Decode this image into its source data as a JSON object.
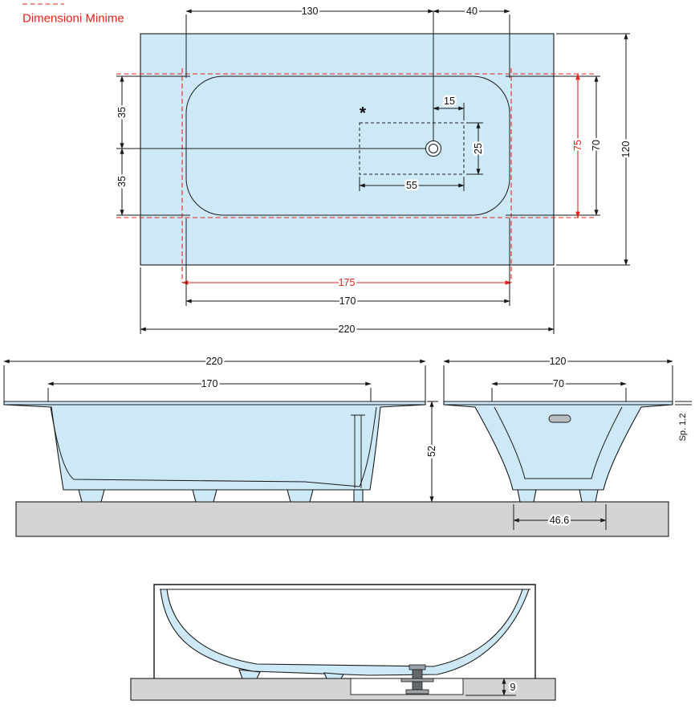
{
  "title": "Dimensioni Minime",
  "colors": {
    "tub_fill": "#cde9f8",
    "accent_red": "#e8231a",
    "base_gray": "#d4d4d4",
    "line": "#1a1a1a"
  },
  "top_view": {
    "d130": "130",
    "d40": "40",
    "d15": "15",
    "d25": "25",
    "d55": "55",
    "d35_top": "35",
    "d35_bottom": "35",
    "d75_red": "75",
    "d70": "70",
    "d120": "120",
    "d175_red": "175",
    "d170": "170",
    "d220": "220",
    "asterisk": "*"
  },
  "side_view": {
    "d220": "220",
    "d170": "170",
    "d52": "52"
  },
  "end_view": {
    "d120": "120",
    "d70": "70",
    "thickness": "Sp. 1.2",
    "d46_6": "46.6"
  },
  "section_view": {
    "d9": "9"
  }
}
